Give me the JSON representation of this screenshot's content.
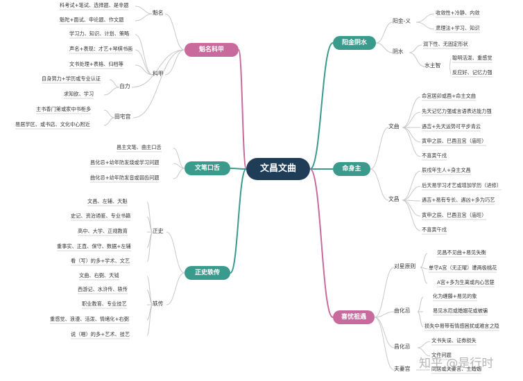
{
  "center": "文昌文曲",
  "watermark": "知乎 @是行时",
  "colors": {
    "center": "#1f3d57",
    "pink": "#c96a9c",
    "teal": "#3a9a8c",
    "grey": "#c8c8c8"
  },
  "branches": {
    "timing": {
      "title": "魁名科甲",
      "groups": [
        {
          "label": "魁名",
          "items": [
            "科考试+笔试、选择题、是非题",
            "魁陀+面试、申论题、作文题"
          ]
        },
        {
          "label": "科甲",
          "items": [
            "学习力、知识、计划、策略",
            "声名+表现：才艺+琴棋书画",
            "文书处理+表格、归档等"
          ]
        },
        {
          "label": "自力",
          "items": [
            "自身努力+学历或专业认证",
            "求知欲、学习"
          ]
        },
        {
          "label": "田宅宫",
          "items": [
            "主书香门第或家中书柜多",
            "易居学区、或书店、文化中心附近"
          ]
        }
      ]
    },
    "speech": {
      "title": "文笔口舌",
      "items": [
        "昌主文笔、曲主口舌",
        "昌化忌+幼年防发烧或学习问题",
        "曲化忌+幼年防发音或弱齿问题"
      ]
    },
    "genres": {
      "title": "正史轶传",
      "groups": [
        {
          "label": "正史",
          "items": [
            "文昌、左辅、天魁",
            "史记、资治通鉴、专业书籍",
            "高中、大学、正规教育",
            "重事实、正直、保守、数据+左辅",
            "看（写）的多+学术、文艺"
          ]
        },
        {
          "label": "轶传",
          "items": [
            "文曲、右弼、天钺",
            "西游记、水浒传、轶传",
            "职业教育、专业技艺",
            "重感觉、浪漫、活泼、情绪化+右弼",
            "说（唱）的多+艺术、技艺"
          ]
        }
      ]
    },
    "yinyang": {
      "title": "阳金阴水",
      "groups": [
        {
          "label": "阳金-义",
          "items": [
            "收敛性+冷静、内敛",
            "肃理法+学习、知识"
          ]
        },
        {
          "label": "阴水",
          "items": [
            "润下性、无固定形状"
          ]
        },
        {
          "label": "水主智",
          "items": [
            "聪明活泼、重感觉",
            "反应好、记忆力强"
          ]
        }
      ]
    },
    "destiny": {
      "title": "命身主",
      "groups": [
        {
          "label": "文曲",
          "items": [
            "命宫居卯或酉+命主文曲",
            "先天记忆力强或言语表达能力强",
            "遇吉+先天运势可平步青云",
            "寅申之辰、巳酉丑宫（庙旺）",
            "不喜寅午戌"
          ]
        },
        {
          "label": "文昌",
          "items": [
            "辰戌年生人+身主文昌",
            "后天易学习才艺或增加学历（进修）",
            "遇吉+易有专长、遇凶+多为巧艺",
            "寅申之辰、巳酉丑宫（庙旺）",
            "不喜寅午戌"
          ]
        }
      ]
    },
    "fortune": {
      "title": "喜忧祖遇",
      "groups": [
        {
          "label": "对星原则",
          "items": [
            "见昌不见曲+易见失衡",
            "单守A宫（无正曜）遭两极桃花",
            "A宫+多为生离或内心苦楚"
          ]
        },
        {
          "label": "曲化忌",
          "items": [
            "化为缠藤+易见的象",
            "易见水厄或婚姻花或被骗",
            "损失中易带有情感困扰或难言之隐"
          ]
        },
        {
          "label": "昌化忌",
          "items": [
            "文书失误、证券损失",
            "文件问题"
          ]
        },
        {
          "label": "夫妻宫",
          "items": [
            "同居或夫妻宫、主婚姻"
          ]
        }
      ]
    }
  }
}
